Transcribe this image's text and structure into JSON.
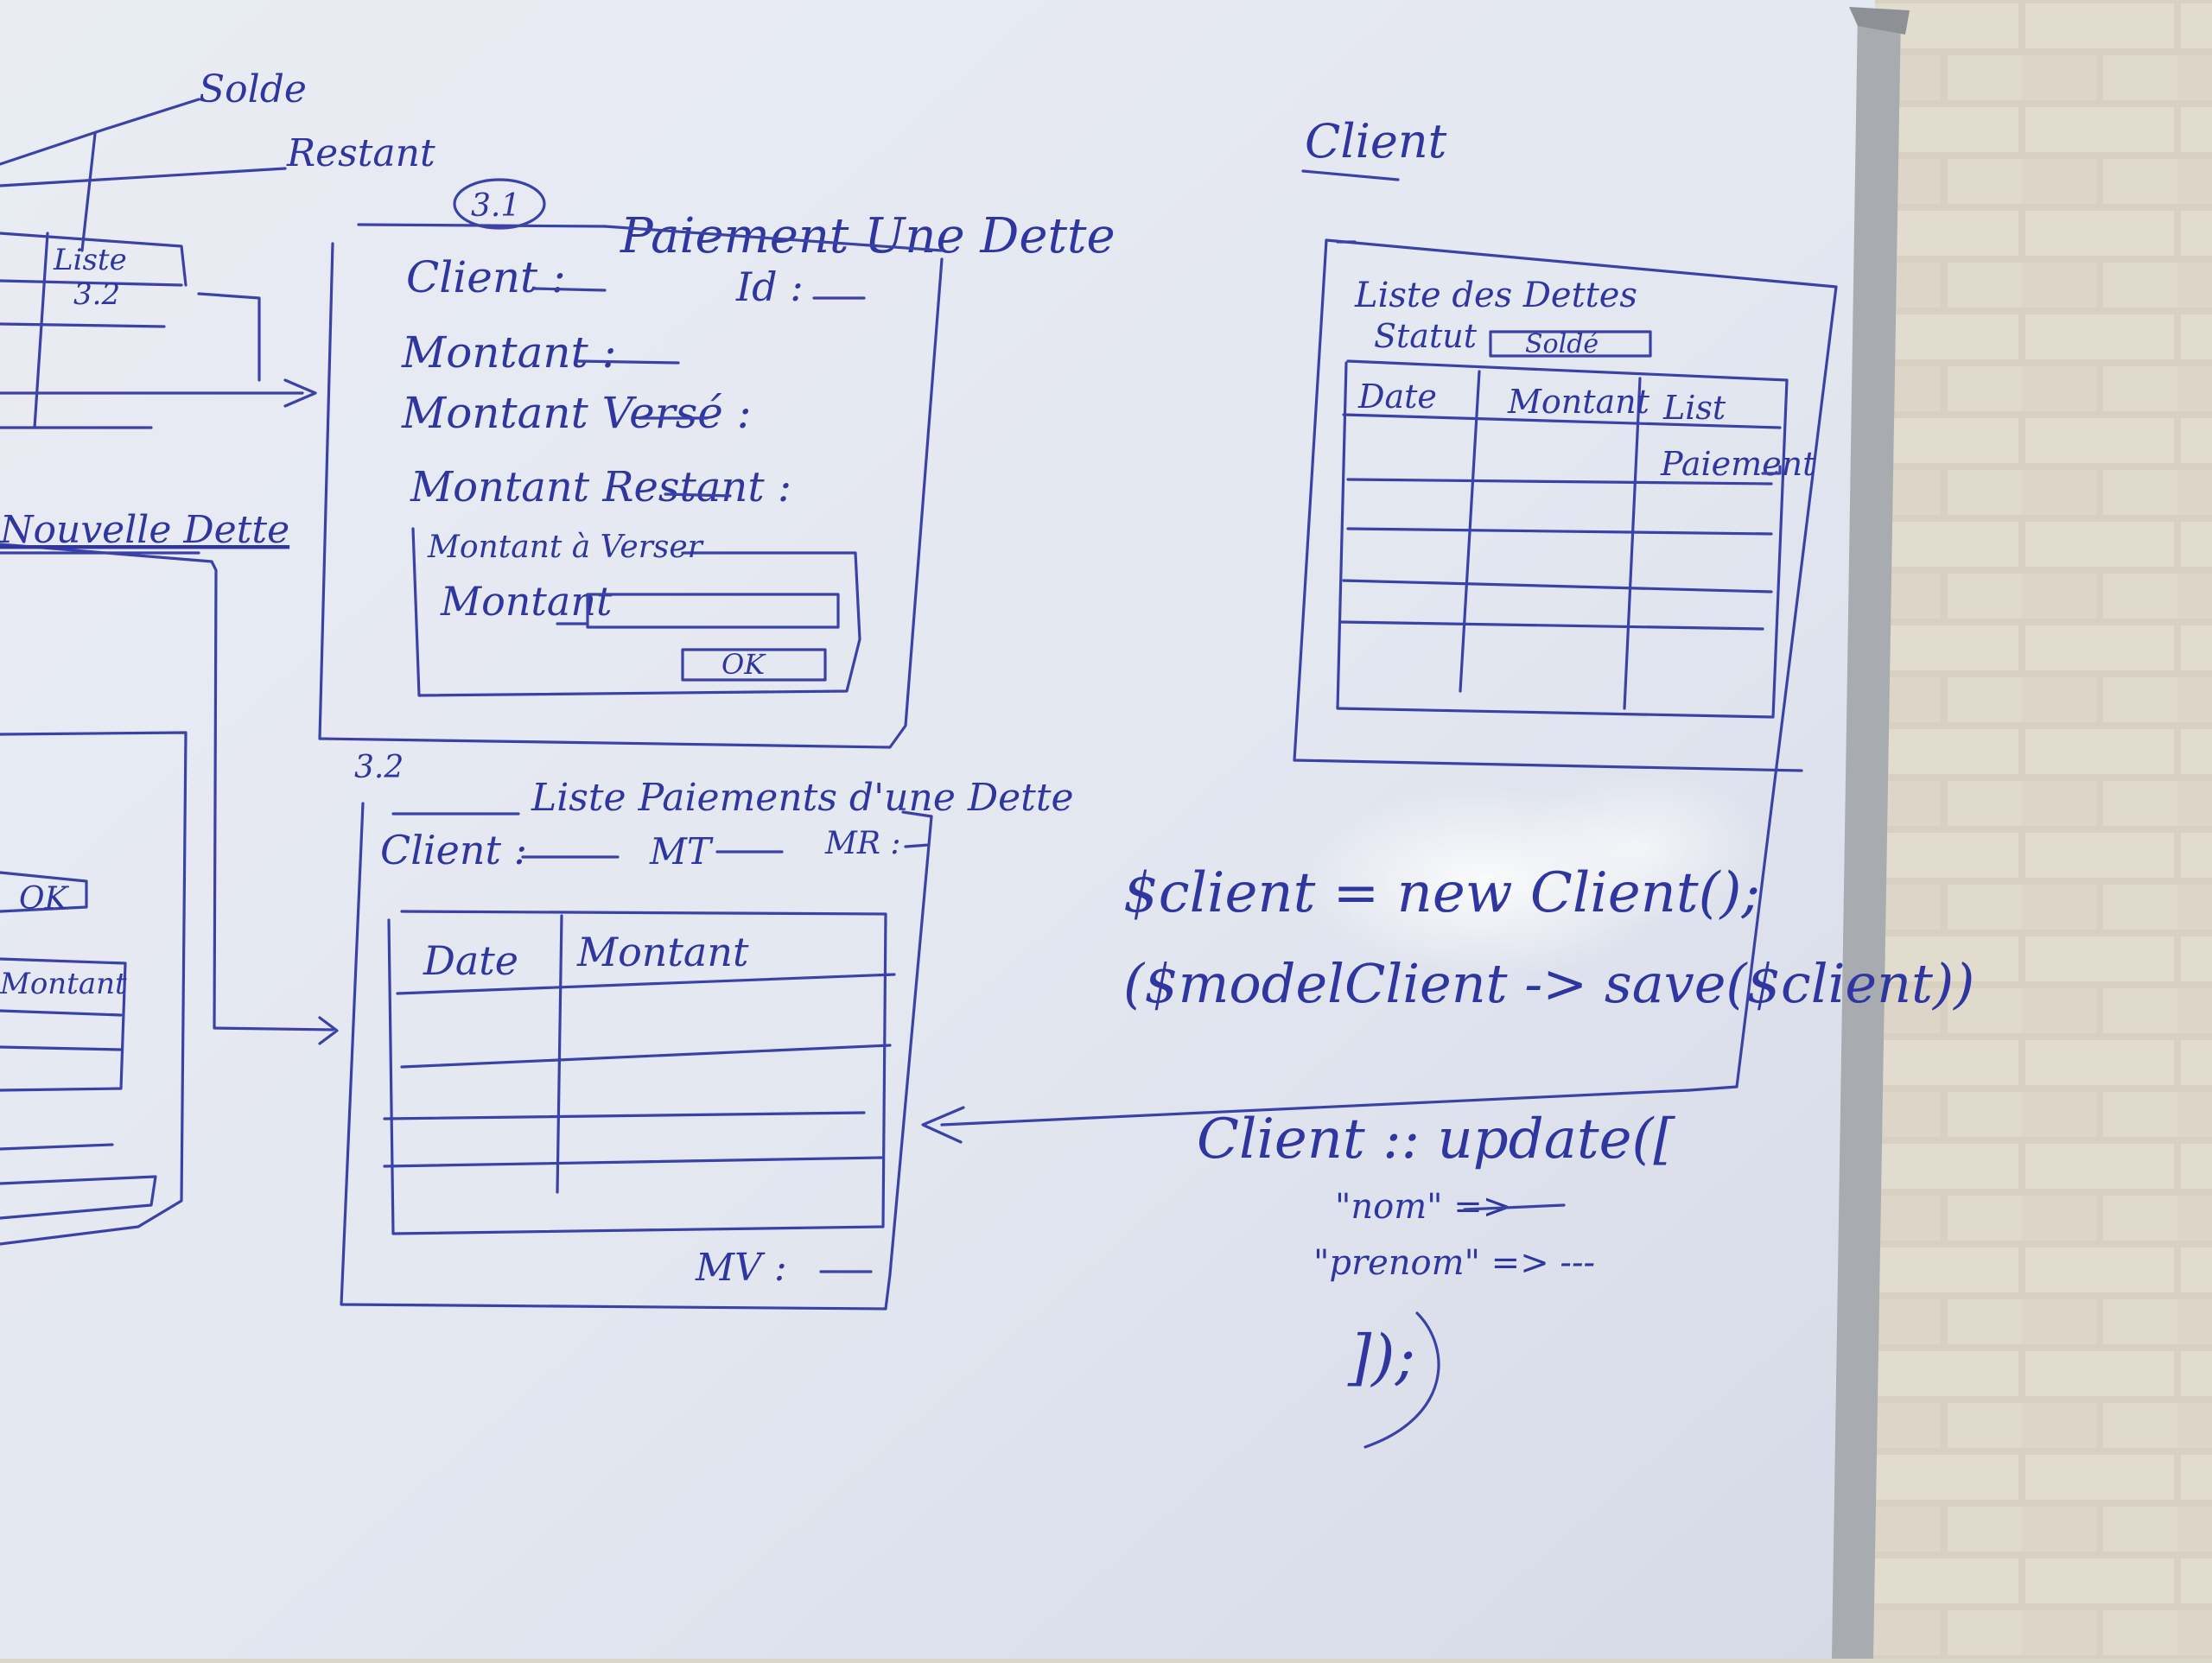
{
  "colors": {
    "board": "#e6eaf2",
    "marker_ink": "#2f36a0",
    "brick_wall": "#dcd6c8",
    "frame": "#9a9c9f"
  },
  "left_fragment": {
    "solde_label": "Solde",
    "restant_label": "Restant",
    "liste_label": "Liste",
    "step_label": "3.2",
    "nouvelle_dette_label": "Nouvelle Dette",
    "ok_label": "OK",
    "montant_label": "Montant"
  },
  "paiement_form": {
    "step_badge": "3.1",
    "title": "Paiement Une Dette",
    "client_label": "Client :",
    "id_label": "Id :",
    "montant_label": "Montant :",
    "montant_verse_label": "Montant Versé :",
    "montant_restant_label": "Montant Restant :",
    "montant_a_verser_label": "Montant à Verser",
    "input_label": "Montant",
    "ok_button": "OK"
  },
  "liste_paiements": {
    "step": "3.2",
    "title": "Liste Paiements d'une Dette",
    "client_label": "Client :",
    "mt_label": "MT",
    "mr_label": "MR :",
    "columns": [
      "Date",
      "Montant"
    ],
    "mv_label": "MV :"
  },
  "client_panel": {
    "heading": "Client",
    "list_title": "Liste des Dettes",
    "statut_label": "Statut",
    "statut_value": "Soldé",
    "columns": [
      "Date",
      "Montant",
      "List"
    ],
    "row_action": "Paiement"
  },
  "code": {
    "line1": "$client = new Client();",
    "line2": "($modelClient -> save($client))",
    "line3": "Client :: update([",
    "line4": "\"nom\" =>",
    "line5": "\"prenom\" => ---",
    "line6": "]);"
  }
}
